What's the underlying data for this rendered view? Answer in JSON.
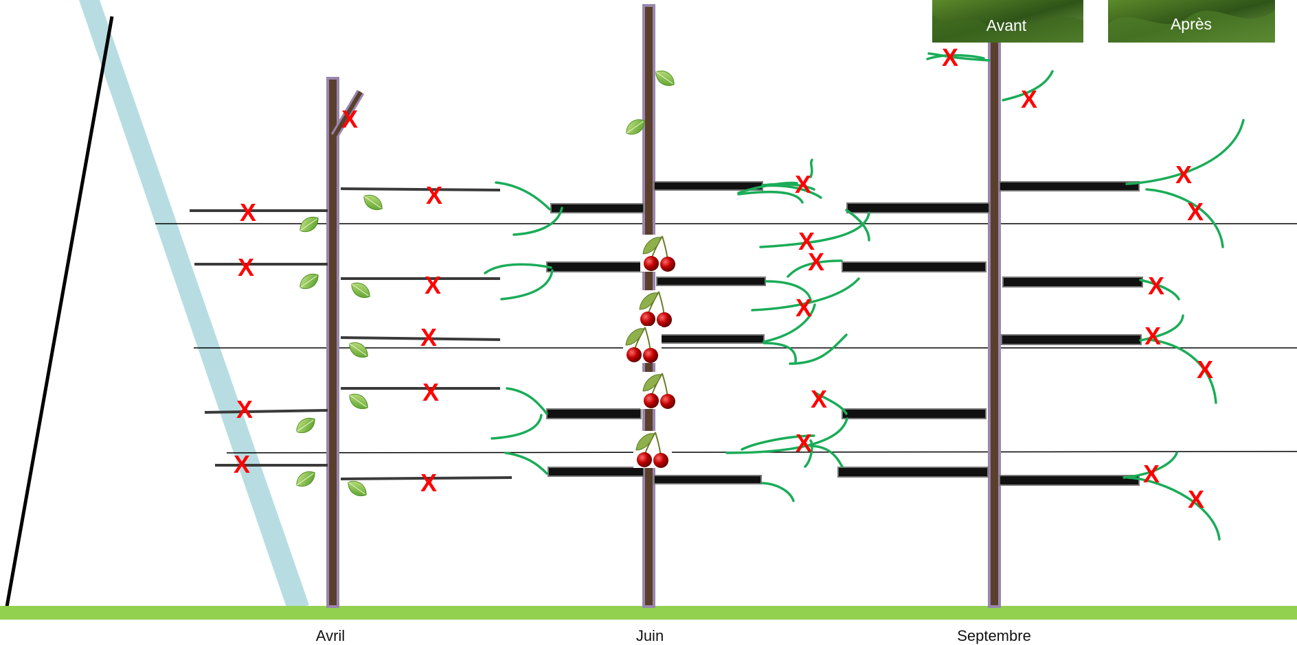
{
  "months": [
    "Avril",
    "Juin",
    "Septembre"
  ],
  "photos": {
    "before": "Avant",
    "after": "Après"
  },
  "mark": "X",
  "colors": {
    "trunk": "#5a3f2c",
    "trunk_border": "#9a86ad",
    "shoot": "#1aac58",
    "mark": "#ff0000",
    "ground": "#92d050",
    "ladder_band": "#b7dde2",
    "leaf": "#7cbf3a",
    "cherry": "#c00000"
  },
  "icons": [
    "leaf-icon",
    "cherry-icon"
  ]
}
